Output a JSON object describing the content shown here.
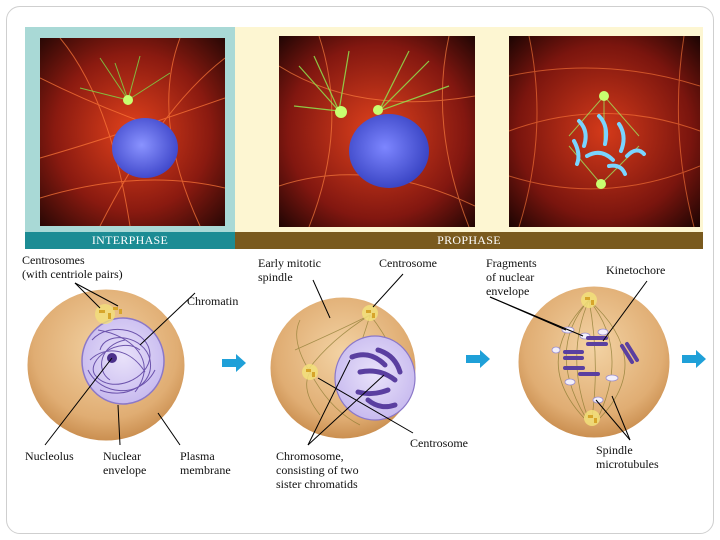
{
  "phases": {
    "interphase": "INTERPHASE",
    "prophase": "PROPHASE"
  },
  "labels": {
    "centrosomes": "Centrosomes\n(with centriole pairs)",
    "chromatin": "Chromatin",
    "nucleolus": "Nucleolus",
    "nuclear_envelope": "Nuclear\nenvelope",
    "plasma_membrane": "Plasma\nmembrane",
    "early_mitotic_spindle": "Early mitotic\nspindle",
    "centrosome_top": "Centrosome",
    "centrosome_bottom": "Centrosome",
    "chromosome": "Chromosome,\nconsisting of two\nsister chromatids",
    "fragments": "Fragments\nof nuclear\nenvelope",
    "kinetochore": "Kinetochore",
    "spindle_microtubules": "Spindle\nmicrotubules"
  },
  "colors": {
    "interphase_band": "#1c8c94",
    "prophase_band": "#7a5a1e",
    "cell_fill": "#e3b47e",
    "chromatin": "#5a3fa0",
    "arrow": "#1fa0d8",
    "microtubule_stain": "#d83a1c",
    "spindle_stain": "#5fd03a",
    "dna_stain": "#4b56e0"
  },
  "icons": [
    "right-arrow-icon",
    "right-arrow-icon",
    "right-arrow-icon"
  ]
}
